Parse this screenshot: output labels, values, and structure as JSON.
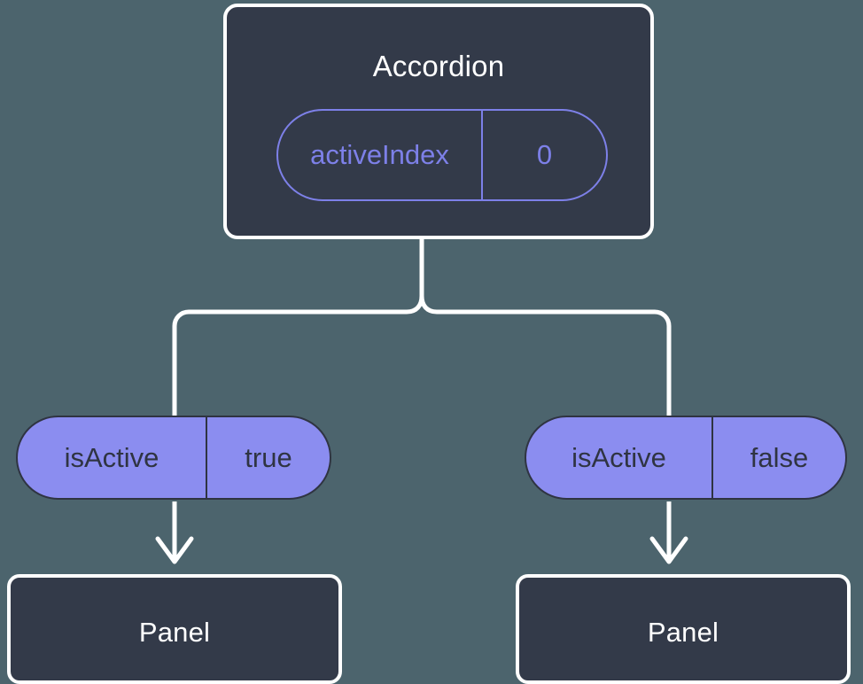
{
  "diagram": {
    "type": "component-state-tree",
    "background_color": "#4c646d",
    "root": {
      "name": "root-component",
      "title": "Accordion",
      "state": {
        "key": "activeIndex",
        "value": "0",
        "accent_color": "#7d80e8"
      }
    },
    "branches": [
      {
        "name": "branch-left",
        "prop": {
          "key": "isActive",
          "value": "true"
        },
        "leaf": {
          "title": "Panel"
        }
      },
      {
        "name": "branch-right",
        "prop": {
          "key": "isActive",
          "value": "false"
        },
        "leaf": {
          "title": "Panel"
        }
      }
    ],
    "colors": {
      "node_fill": "#333a49",
      "node_border": "#ffffff",
      "pill_fill": "#8b8df0",
      "pill_border": "#2f3442",
      "edge": "#ffffff",
      "text_light": "#ffffff",
      "text_dark": "#2f3442"
    }
  }
}
